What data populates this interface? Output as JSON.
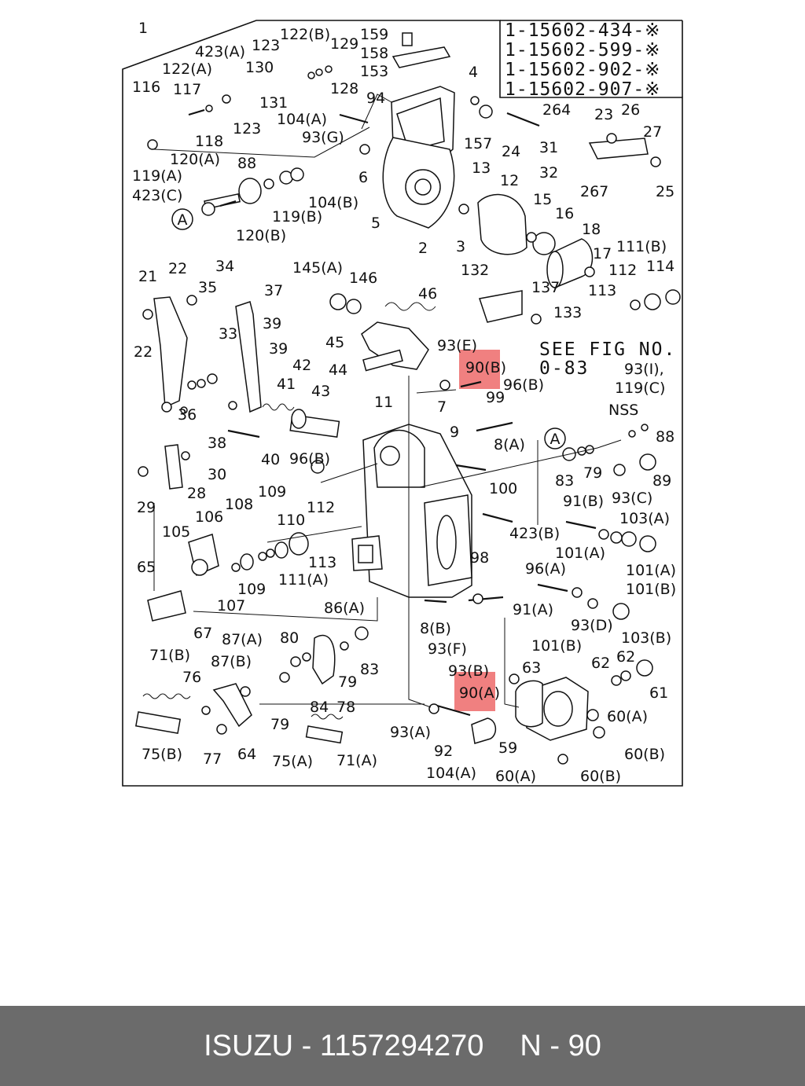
{
  "diagram": {
    "part_numbers": [
      "1-15602-434-※",
      "1-15602-599-※",
      "1-15602-902-※",
      "1-15602-907-※"
    ],
    "see_fig": [
      "SEE FIG NO.",
      "0-83"
    ],
    "view_marker": "A",
    "highlight_color": "#f08080",
    "highlighted": [
      "90(B)",
      "90(A)"
    ],
    "callouts": {
      "c1": "1",
      "c423a": "423(A)",
      "c123a": "123",
      "c122b": "122(B)",
      "c129": "129",
      "c159": "159",
      "c158": "158",
      "c153": "153",
      "c122a": "122(A)",
      "c130": "130",
      "c116": "116",
      "c117": "117",
      "c131": "131",
      "c128": "128",
      "c94": "94",
      "c104a_t": "104(A)",
      "c93g": "93(G)",
      "c118": "118",
      "c123b": "123",
      "c120a": "120(A)",
      "c119a": "119(A)",
      "c88a": "88",
      "c423c": "423(C)",
      "c104b": "104(B)",
      "c119b": "119(B)",
      "c120b": "120(B)",
      "c6": "6",
      "c5": "5",
      "c2": "2",
      "c4": "4",
      "c157": "157",
      "c264": "264",
      "c23": "23",
      "c26": "26",
      "c27": "27",
      "c31": "31",
      "c32": "32",
      "c24": "24",
      "c267": "267",
      "c25": "25",
      "c13": "13",
      "c12": "12",
      "c3": "3",
      "c15": "15",
      "c16": "16",
      "c18": "18",
      "c17": "17",
      "c111b": "111(B)",
      "c112a": "112",
      "c114": "114",
      "c113a": "113",
      "c132": "132",
      "c137": "137",
      "c133": "133",
      "c145a": "145(A)",
      "c146": "146",
      "c46": "46",
      "c21": "21",
      "c22a": "22",
      "c34": "34",
      "c35": "35",
      "c37": "37",
      "c33": "33",
      "c39a": "39",
      "c22b": "22",
      "c39b": "39",
      "c45": "45",
      "c42": "42",
      "c44": "44",
      "c41": "41",
      "c43": "43",
      "c93e": "93(E)",
      "c90b": "90(B)",
      "c96b": "96(B)",
      "c93i": "93(I),",
      "c119c": "119(C)",
      "c99": "99",
      "c11": "11",
      "c7": "7",
      "c36": "36",
      "c38": "38",
      "c9": "9",
      "c8a": "8(A)",
      "cnss": "NSS",
      "c88b": "88",
      "c40": "40",
      "c96b2": "96(B)",
      "c30": "30",
      "c83a": "83",
      "c79a": "79",
      "c89": "89",
      "c29": "29",
      "c28": "28",
      "c100": "100",
      "c91b": "91(B)",
      "c93c": "93(C)",
      "c108": "108",
      "c109a": "109",
      "c106": "106",
      "c110": "110",
      "c112b": "112",
      "c103a": "103(A)",
      "c105": "105",
      "c423b": "423(B)",
      "c101a": "101(A)",
      "c113b": "113",
      "c111a": "111(A)",
      "c98": "98",
      "c96a": "96(A)",
      "c101a2": "101(A)",
      "c65": "65",
      "c109b": "109",
      "c107": "107",
      "c101b": "101(B)",
      "c91a": "91(A)",
      "c93d": "93(D)",
      "c86a": "86(A)",
      "c67": "67",
      "c103b": "103(B)",
      "c8b": "8(B)",
      "c87a": "87(A)",
      "c80": "80",
      "c101b2": "101(B)",
      "c71b": "71(B)",
      "c93f": "93(F)",
      "c87b": "87(B)",
      "c83b": "83",
      "c62a": "62",
      "c62b": "62",
      "c76": "76",
      "c79b": "79",
      "c93b": "93(B)",
      "c63": "63",
      "c84": "84",
      "c78": "78",
      "c90a": "90(A)",
      "c61": "61",
      "c79c": "79",
      "c60a": "60(A)",
      "c93a": "93(A)",
      "c92": "92",
      "c59": "59",
      "c75b": "75(B)",
      "c77": "77",
      "c64": "64",
      "c75a": "75(A)",
      "c71a": "71(A)",
      "c104a_b": "104(A)",
      "c60a2": "60(A)",
      "c60b": "60(B)",
      "c60b2": "60(B)"
    }
  },
  "footer": {
    "brand": "ISUZU",
    "separator": "-",
    "part_number": "1157294270",
    "ref": "N - 90"
  }
}
